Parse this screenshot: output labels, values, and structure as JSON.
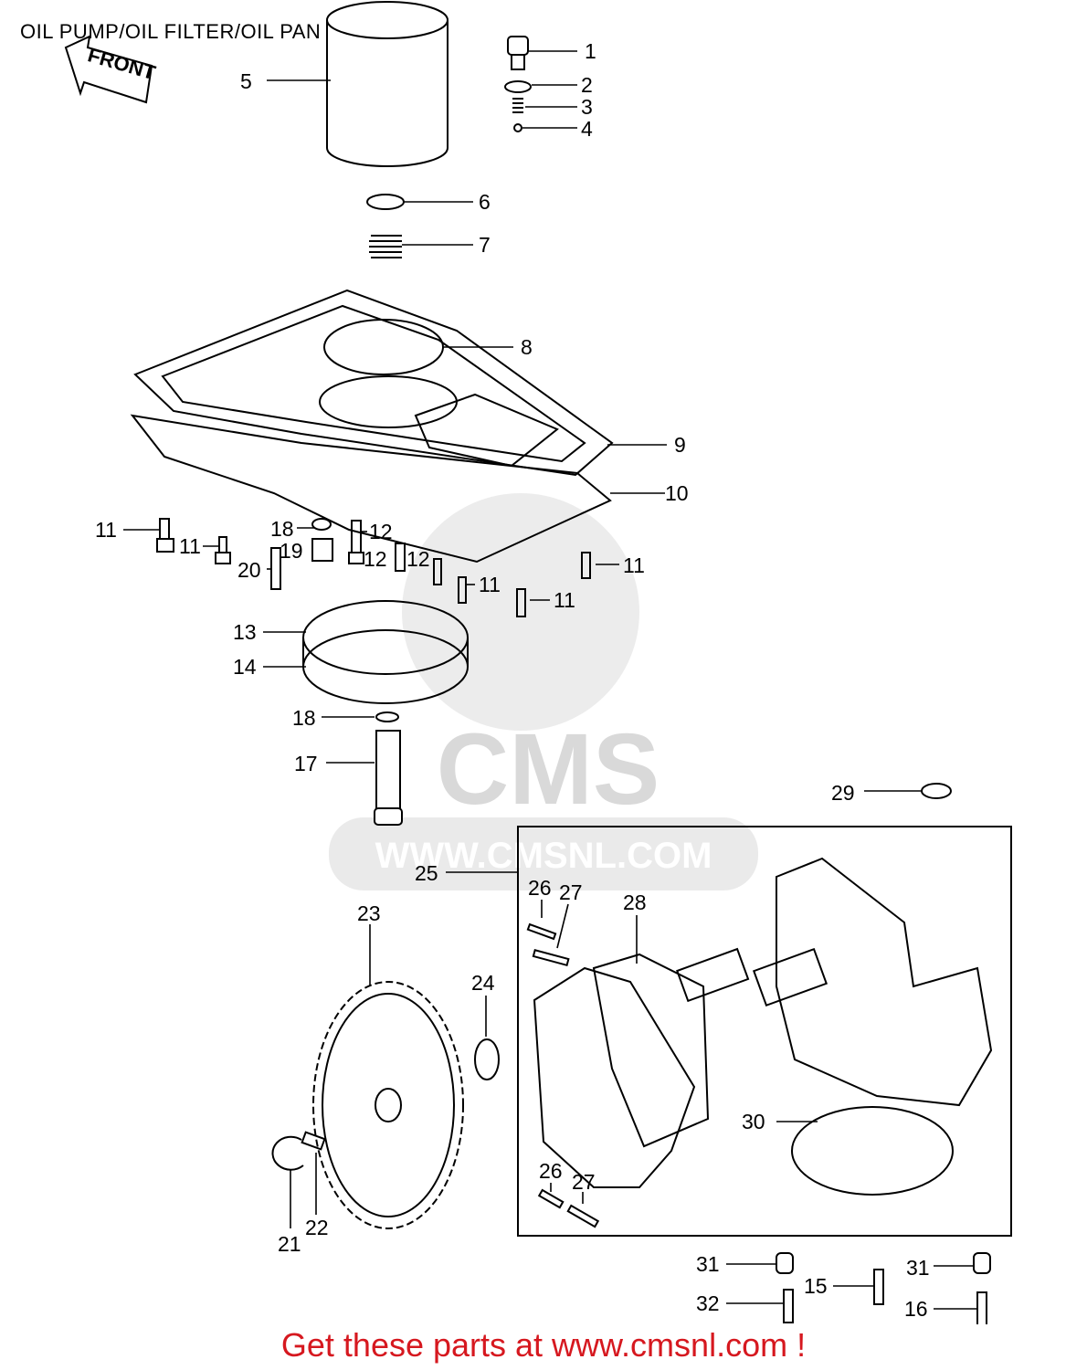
{
  "header": {
    "title": "OIL PUMP/OIL FILTER/OIL PAN"
  },
  "arrow": {
    "label": "FRONT"
  },
  "watermark": {
    "logo": "CMS",
    "url": "WWW.CMSNL.COM"
  },
  "callouts": [
    {
      "id": "c1",
      "text": "1"
    },
    {
      "id": "c2",
      "text": "2"
    },
    {
      "id": "c3",
      "text": "3"
    },
    {
      "id": "c4",
      "text": "4"
    },
    {
      "id": "c5",
      "text": "5"
    },
    {
      "id": "c6",
      "text": "6"
    },
    {
      "id": "c7",
      "text": "7"
    },
    {
      "id": "c8",
      "text": "8"
    },
    {
      "id": "c9",
      "text": "9"
    },
    {
      "id": "c10",
      "text": "10"
    },
    {
      "id": "c11a",
      "text": "11"
    },
    {
      "id": "c11b",
      "text": "11"
    },
    {
      "id": "c11c",
      "text": "11"
    },
    {
      "id": "c11d",
      "text": "11"
    },
    {
      "id": "c11e",
      "text": "11"
    },
    {
      "id": "c12a",
      "text": "12"
    },
    {
      "id": "c12b",
      "text": "12"
    },
    {
      "id": "c12c",
      "text": "12"
    },
    {
      "id": "c13",
      "text": "13"
    },
    {
      "id": "c14",
      "text": "14"
    },
    {
      "id": "c18a",
      "text": "18"
    },
    {
      "id": "c19",
      "text": "19"
    },
    {
      "id": "c20",
      "text": "20"
    },
    {
      "id": "c18b",
      "text": "18"
    },
    {
      "id": "c17",
      "text": "17"
    },
    {
      "id": "c29",
      "text": "29"
    },
    {
      "id": "c25",
      "text": "25"
    },
    {
      "id": "c26a",
      "text": "26"
    },
    {
      "id": "c27a",
      "text": "27"
    },
    {
      "id": "c28",
      "text": "28"
    },
    {
      "id": "c23",
      "text": "23"
    },
    {
      "id": "c24",
      "text": "24"
    },
    {
      "id": "c30",
      "text": "30"
    },
    {
      "id": "c26b",
      "text": "26"
    },
    {
      "id": "c27b",
      "text": "27"
    },
    {
      "id": "c21",
      "text": "21"
    },
    {
      "id": "c22",
      "text": "22"
    },
    {
      "id": "c31a",
      "text": "31"
    },
    {
      "id": "c31b",
      "text": "31"
    },
    {
      "id": "c15",
      "text": "15"
    },
    {
      "id": "c32",
      "text": "32"
    },
    {
      "id": "c16",
      "text": "16"
    }
  ],
  "footer": {
    "text": "Get these parts at www.cmsnl.com !",
    "color": "#d6181f"
  }
}
